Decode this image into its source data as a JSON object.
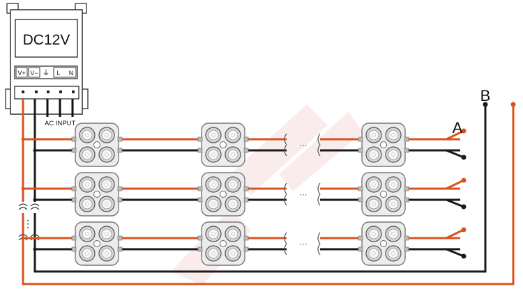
{
  "power_supply": {
    "voltage_label": "DC12V",
    "terminals": [
      "V+",
      "V−",
      "⏚",
      "L",
      "N"
    ],
    "input_label": "AC INPUT"
  },
  "labels": {
    "output_a": "A",
    "output_b": "B",
    "series_gap": "···",
    "row_gap": "⋮"
  },
  "layout": {
    "rows": 3,
    "modules_per_row": 3,
    "leds_per_module": 4
  },
  "colors": {
    "positive_wire": "#d9531e",
    "negative_wire": "#1a1a1a",
    "module_body": "#ececec",
    "watermark": "#f3c9c9"
  }
}
